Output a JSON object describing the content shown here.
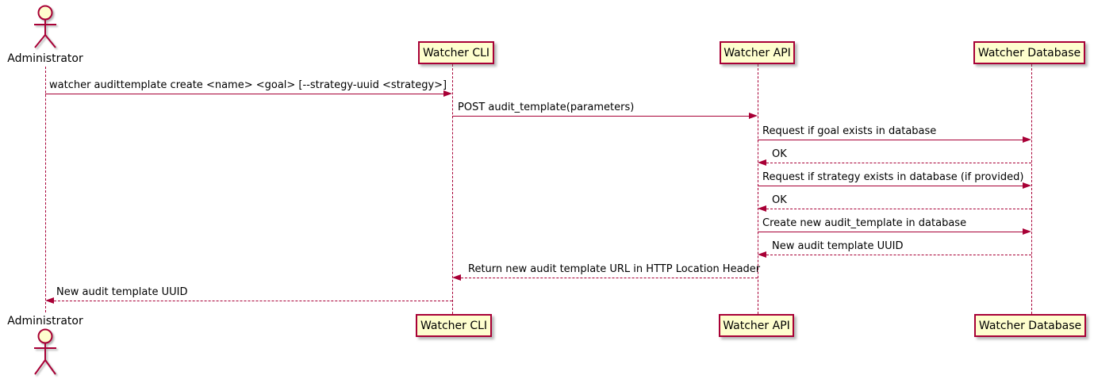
{
  "diagram": {
    "type": "uml-sequence",
    "colors": {
      "accent": "#A80036",
      "participant_fill": "#FEFECE",
      "text": "#000000",
      "background": "#FFFFFF"
    },
    "actor": {
      "label": "Administrator"
    },
    "participants": [
      {
        "label": "Watcher CLI"
      },
      {
        "label": "Watcher API"
      },
      {
        "label": "Watcher Database"
      }
    ],
    "messages": [
      {
        "text": "watcher audittemplate create <name> <goal> [--strategy-uuid <strategy>]",
        "from": "Administrator",
        "to": "Watcher CLI",
        "line": "solid"
      },
      {
        "text": "POST audit_template(parameters)",
        "from": "Watcher CLI",
        "to": "Watcher API",
        "line": "solid"
      },
      {
        "text": "Request if goal exists in database",
        "from": "Watcher API",
        "to": "Watcher Database",
        "line": "solid"
      },
      {
        "text": "OK",
        "from": "Watcher Database",
        "to": "Watcher API",
        "line": "dashed"
      },
      {
        "text": "Request if strategy exists in database (if provided)",
        "from": "Watcher API",
        "to": "Watcher Database",
        "line": "solid"
      },
      {
        "text": "OK",
        "from": "Watcher Database",
        "to": "Watcher API",
        "line": "dashed"
      },
      {
        "text": "Create new audit_template in database",
        "from": "Watcher API",
        "to": "Watcher Database",
        "line": "solid"
      },
      {
        "text": "New audit template UUID",
        "from": "Watcher Database",
        "to": "Watcher API",
        "line": "dashed"
      },
      {
        "text": "Return new audit template URL in HTTP Location Header",
        "from": "Watcher API",
        "to": "Watcher CLI",
        "line": "dashed"
      },
      {
        "text": "New audit template UUID",
        "from": "Watcher CLI",
        "to": "Administrator",
        "line": "dashed"
      }
    ]
  }
}
